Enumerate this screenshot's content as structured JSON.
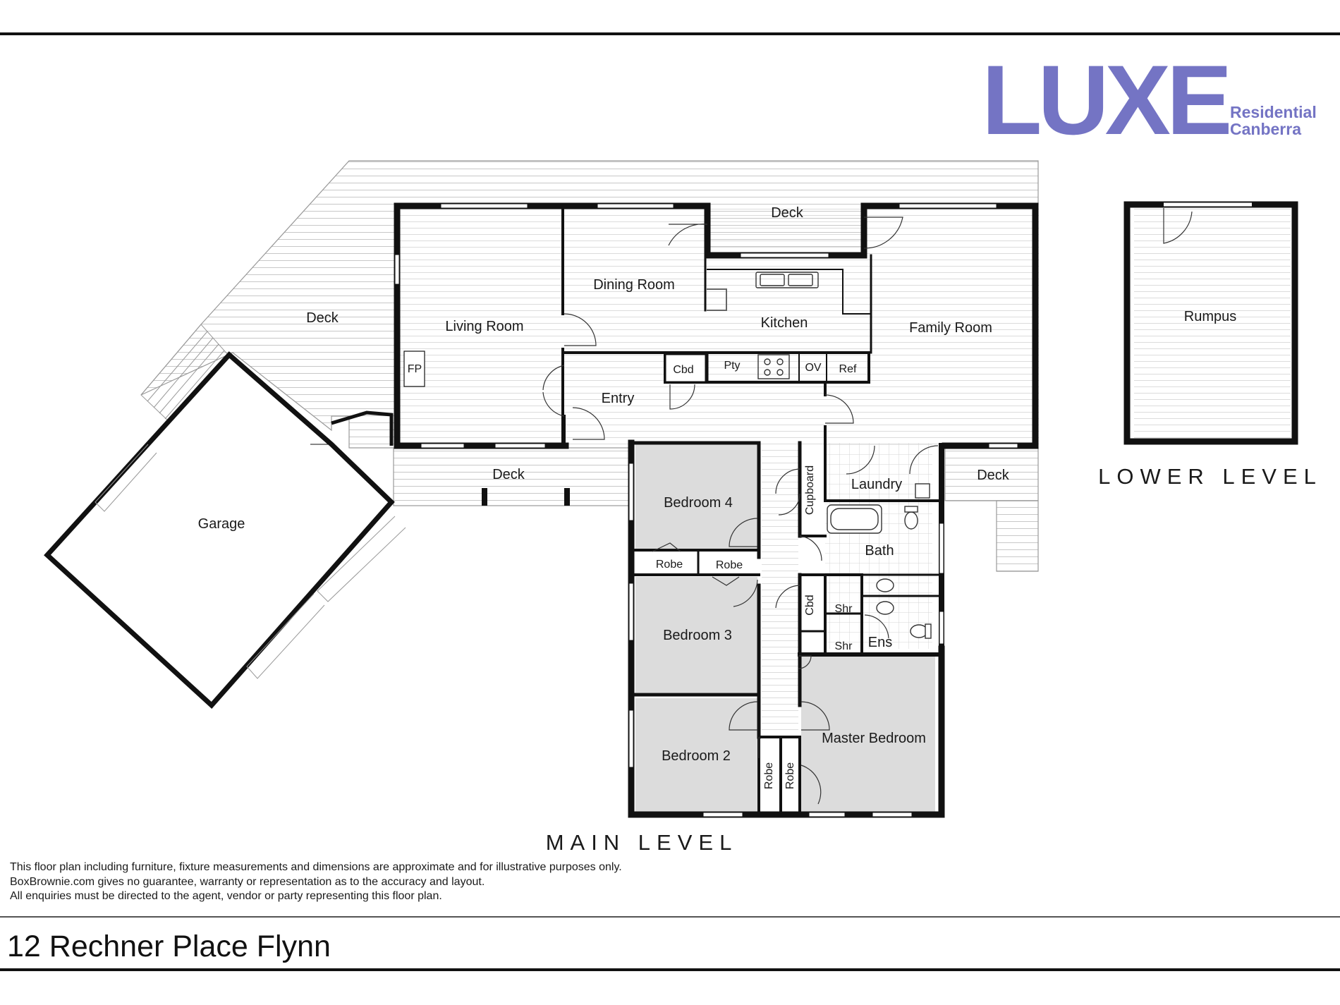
{
  "logo": {
    "brand": "LUXE",
    "line1": "Residential",
    "line2": "Canberra"
  },
  "levels": {
    "main": "MAIN LEVEL",
    "lower": "LOWER LEVEL"
  },
  "rooms": {
    "deck_top": "Deck",
    "deck_left": "Deck",
    "deck_mid": "Deck",
    "deck_right": "Deck",
    "living": "Living Room",
    "dining": "Dining Room",
    "kitchen": "Kitchen",
    "family": "Family Room",
    "entry": "Entry",
    "garage": "Garage",
    "bedroom4": "Bedroom 4",
    "bedroom3": "Bedroom 3",
    "bedroom2": "Bedroom 2",
    "master": "Master Bedroom",
    "laundry": "Laundry",
    "bath": "Bath",
    "ens": "Ens",
    "rumpus": "Rumpus"
  },
  "fixtures": {
    "fp": "FP",
    "cbd_entry": "Cbd",
    "pty": "Pty",
    "ov": "OV",
    "ref": "Ref",
    "robe_a": "Robe",
    "robe_b": "Robe",
    "robe_c": "Robe",
    "robe_d": "Robe",
    "cupboard": "Cupboard",
    "cbd_hall": "Cbd",
    "shr_a": "Shr",
    "shr_b": "Shr"
  },
  "disclaimer": [
    "This floor plan including furniture, fixture measurements and dimensions are approximate and for illustrative purposes only.",
    "BoxBrownie.com gives no guarantee, warranty or representation as to the accuracy and layout.",
    "All enquiries must be directed to the agent, vendor or party representing this floor plan."
  ],
  "address": "12 Rechner Place Flynn"
}
